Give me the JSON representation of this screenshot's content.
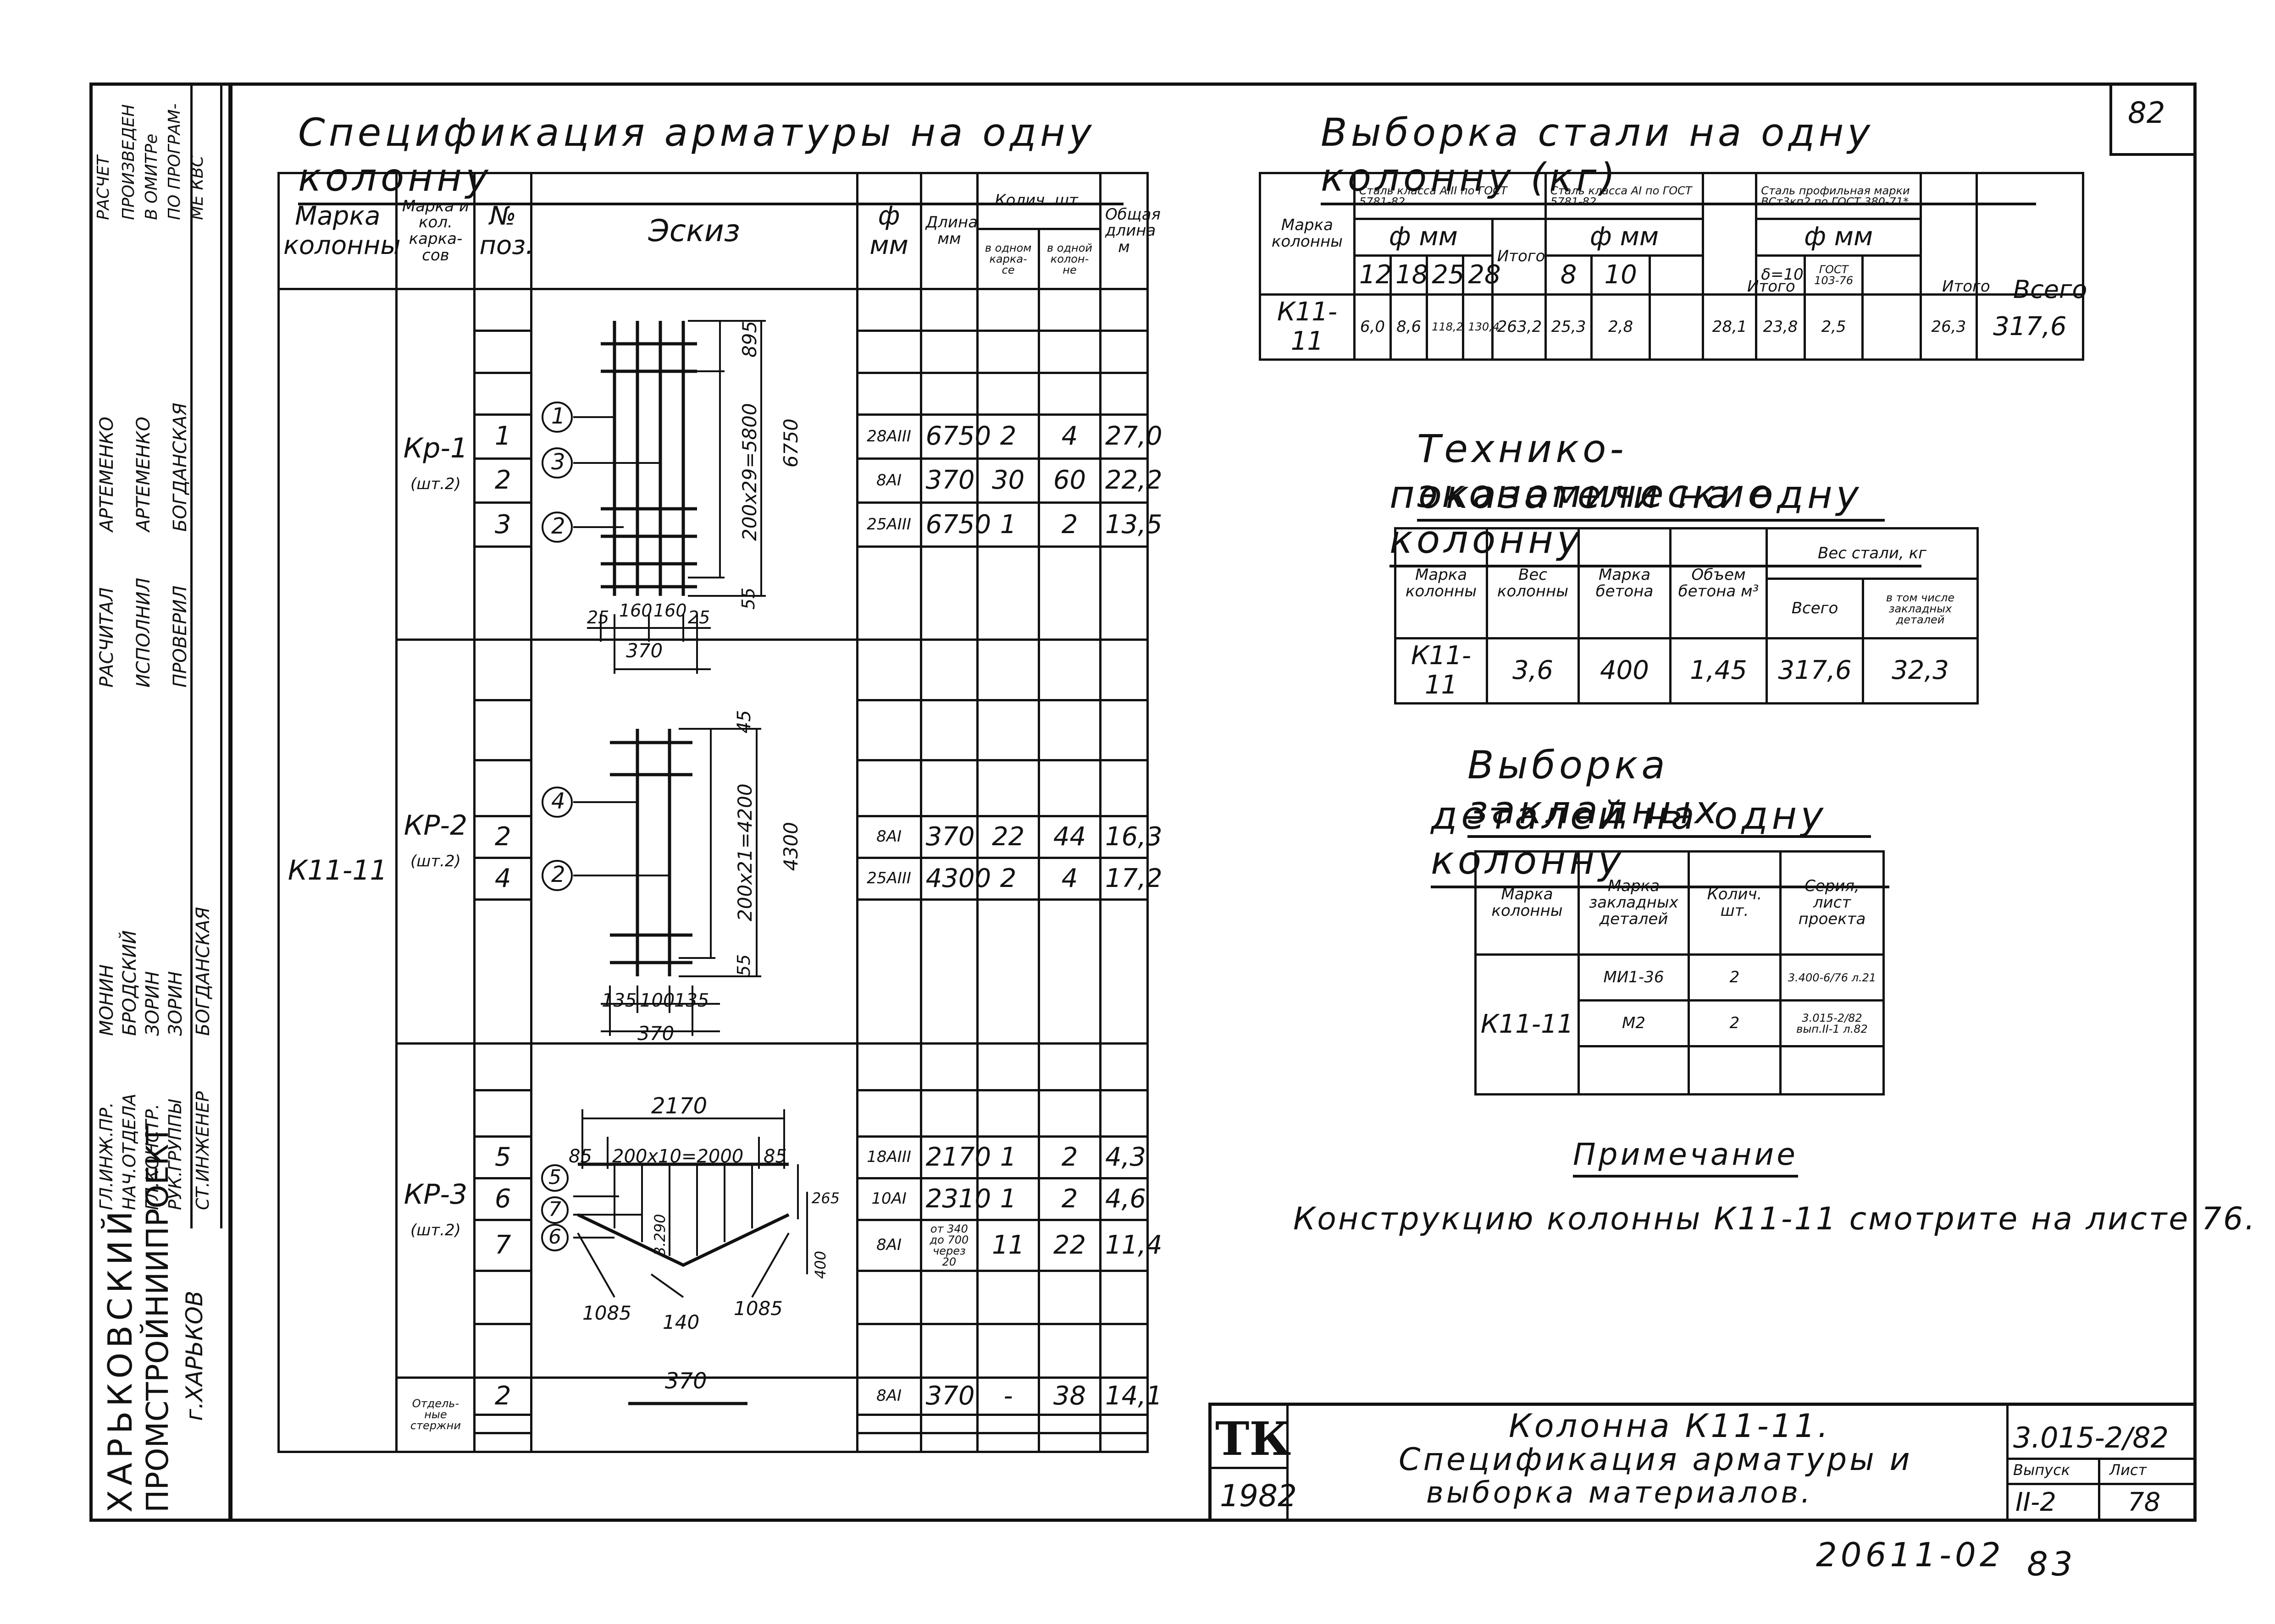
{
  "sheet_number": "82",
  "stamp": {
    "institute_line1": "ХАРЬКОВСКИЙ",
    "institute_line2": "ПРОМСТРОЙНИИПРОЕКТ",
    "city": "г.ХАРЬКОВ",
    "roles": [
      "ГЛ.ИНЖ.ПР.",
      "НАЧ.ОТДЕЛА",
      "ГЛ.КОНСТР.",
      "РУК.ГРУППЫ",
      "СТ.ИНЖЕНЕР"
    ],
    "names": [
      "МОНИН",
      "БРОДСКИЙ",
      "ЗОРИН",
      "ЗОРИН",
      "БОГДАНСКАЯ"
    ],
    "roles2": [
      "РАСЧИТАЛ",
      "ИСПОЛНИЛ",
      "ПРОВЕРИЛ"
    ],
    "names2": [
      "АРТЕМЕНКО",
      "АРТЕМЕНКО",
      "БОГДАНСКАЯ"
    ],
    "top_note": [
      "РАСЧЕТ",
      "ПРОИЗВЕДЕН",
      "В ОМИТРе",
      "ПО ПРОГРАМ-",
      "МЕ КВС"
    ]
  },
  "spec": {
    "title": "Спецификация арматуры на одну колонну",
    "headers": {
      "col_mark": "Марка колонны",
      "frame_mark": "Марка и кол. карка- сов",
      "pos": "№ поз.",
      "sketch": "Эскиз",
      "dia": "ф мм",
      "length": "Длина мм",
      "qty": "Колич. шт.",
      "qty_frame": "в одном карка- се",
      "qty_col": "в одной колон- не",
      "total": "Общая длина м"
    },
    "column_mark": "К11-11",
    "rows": [
      {
        "frame": "Кр-1",
        "frame_qty": "(шт.2)",
        "pos": "1",
        "dia": "28АIII",
        "len": "6750",
        "q1": "2",
        "q2": "4",
        "total": "27,0"
      },
      {
        "frame": "",
        "frame_qty": "",
        "pos": "2",
        "dia": "8АI",
        "len": "370",
        "q1": "30",
        "q2": "60",
        "total": "22,2"
      },
      {
        "frame": "",
        "frame_qty": "",
        "pos": "3",
        "dia": "25АIII",
        "len": "6750",
        "q1": "1",
        "q2": "2",
        "total": "13,5"
      },
      {
        "frame": "КР-2",
        "frame_qty": "(шт.2)",
        "pos": "2",
        "dia": "8АI",
        "len": "370",
        "q1": "22",
        "q2": "44",
        "total": "16,3"
      },
      {
        "frame": "",
        "frame_qty": "",
        "pos": "4",
        "dia": "25АIII",
        "len": "4300",
        "q1": "2",
        "q2": "4",
        "total": "17,2"
      },
      {
        "frame": "КР-3",
        "frame_qty": "(шт.2)",
        "pos": "5",
        "dia": "18АIII",
        "len": "2170",
        "q1": "1",
        "q2": "2",
        "total": "4,3"
      },
      {
        "frame": "",
        "frame_qty": "",
        "pos": "6",
        "dia": "10АI",
        "len": "2310",
        "q1": "1",
        "q2": "2",
        "total": "4,6"
      },
      {
        "frame": "",
        "frame_qty": "",
        "pos": "7",
        "dia": "8АI",
        "len": "от 340 до 700 через 20",
        "q1": "11",
        "q2": "22",
        "total": "11,4"
      },
      {
        "frame": "Отдель- ные стержни",
        "frame_qty": "",
        "pos": "2",
        "dia": "8АI",
        "len": "370",
        "q1": "-",
        "q2": "38",
        "total": "14,1"
      }
    ],
    "sketch1": {
      "d1": "895",
      "d2": "200х29=5800",
      "d3": "6750",
      "d4": "25",
      "d5": "160",
      "d6": "160",
      "d7": "25",
      "d8": "55",
      "d9": "370",
      "c1": "1",
      "c2": "3",
      "c3": "2"
    },
    "sketch2": {
      "d1": "45",
      "d2": "200х21=4200",
      "d3": "4300",
      "d4": "135",
      "d5": "100",
      "d6": "135",
      "d7": "55",
      "d8": "370",
      "c1": "4",
      "c2": "2"
    },
    "sketch3": {
      "d1": "2170",
      "d2": "85",
      "d3": "200х10=2000",
      "d4": "85",
      "d5": "265",
      "d6": "1085",
      "d7": "140",
      "d8": "1085",
      "d9": "400",
      "d10": "3.290",
      "c1": "5",
      "c2": "7",
      "c3": "6"
    },
    "sketch4": {
      "d1": "370"
    }
  },
  "steel": {
    "title": "Выборка стали на одну колонну (кг)",
    "h_mark": "Марка колонны",
    "h_a3": "Сталь класса АIII по ГОСТ 5781-82",
    "h_a1": "Сталь класса АI по ГОСТ 5781-82",
    "h_prof": "Сталь профильная марки ВСт3кп2 по ГОСТ 380-71*",
    "h_dia": "ф мм",
    "h_total": "Итого",
    "h_all": "Всего",
    "a3_d": [
      "12",
      "18",
      "25",
      "28"
    ],
    "a1_d": [
      "8",
      "10",
      ""
    ],
    "prof_d": [
      "δ=10",
      "ГОСТ 103-76",
      ""
    ],
    "row": {
      "mark": "К11-11",
      "a3": [
        "6,0",
        "8,6",
        "118,2",
        "130,4"
      ],
      "a3_total": "263,2",
      "a1": [
        "25,3",
        "2,8",
        ""
      ],
      "a1_total": "28,1",
      "prof": [
        "23,8",
        "2,5",
        ""
      ],
      "prof_total": "26,3",
      "all": "317,6"
    }
  },
  "tech": {
    "title1": "Технико-экономические",
    "title2": "показатели на одну колонну",
    "h": [
      "Марка колонны",
      "Вес колонны",
      "Марка бетона",
      "Объем бетона м³",
      "Вес стали, кг",
      "Всего",
      "в том числе закладных деталей"
    ],
    "row": [
      "К11-11",
      "3,6",
      "400",
      "1,45",
      "317,6",
      "32,3"
    ]
  },
  "embed": {
    "title1": "Выборка закладных",
    "title2": "деталей на одну колонну",
    "h": [
      "Марка колонны",
      "Марка закладных деталей",
      "Колич. шт.",
      "Серия, лист проекта"
    ],
    "mark": "К11-11",
    "rows": [
      {
        "m": "МИ1-36",
        "q": "2",
        "s": "3.400-6/76 л.21"
      },
      {
        "m": "М2",
        "q": "2",
        "s": "3.015-2/82 вып.II-1 л.82"
      }
    ]
  },
  "note": {
    "title": "Примечание",
    "text": "Конструкцию колонны К11-11 смотрите на листе 76."
  },
  "titleblock": {
    "tk": "ТК",
    "year": "1982",
    "line1": "Колонна К11-11.",
    "line2": "Спецификация арматуры и",
    "line3": "выборка материалов.",
    "code": "3.015-2/82",
    "issue_label": "Выпуск",
    "sheet_label": "Лист",
    "issue": "II-2",
    "sheet": "78"
  },
  "bottom": {
    "order": "20611-02",
    "page": "83"
  }
}
